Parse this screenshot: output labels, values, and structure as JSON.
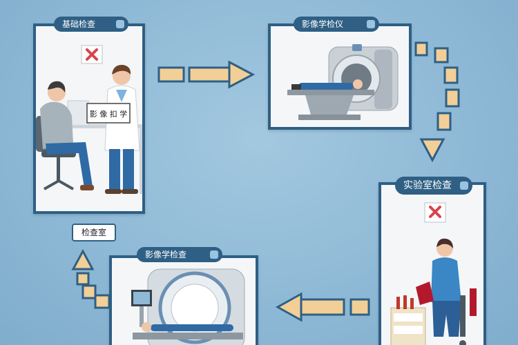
{
  "panels": {
    "basic": {
      "title": "基础检查",
      "sign_text": "影 像 扣 学"
    },
    "imaging_instrument": {
      "title": "影像学检仪"
    },
    "lab": {
      "title": "实验室检查"
    },
    "imaging_exam": {
      "title": "影像学检查"
    }
  },
  "room_label": "检查室",
  "colors": {
    "panel_border": "#2e5f85",
    "tag_bg": "#2f5f84",
    "arrow_fill": "#f1cf97",
    "background": "#8fb9d6",
    "cross": "#d9434a"
  },
  "icons": [
    "medical-cross-icon",
    "arrow-right-icon",
    "arrow-down-icon",
    "arrow-left-icon",
    "arrow-up-icon"
  ]
}
